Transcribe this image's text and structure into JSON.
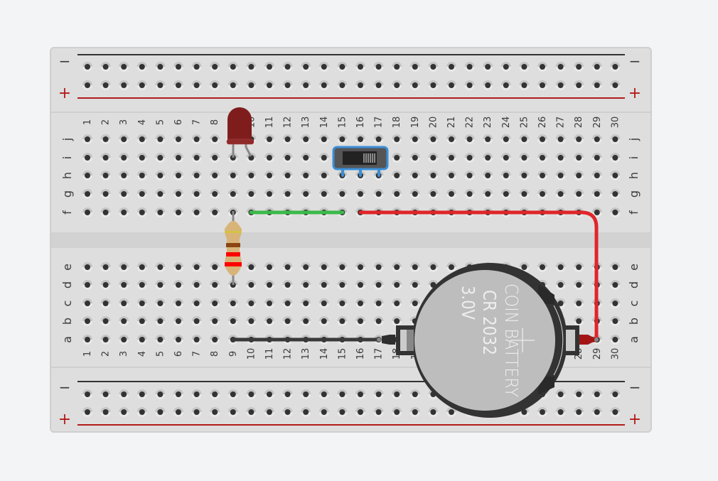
{
  "app": {
    "view": "breadboard-circuit-editor"
  },
  "breadboard": {
    "columns": [
      "1",
      "2",
      "3",
      "4",
      "5",
      "6",
      "7",
      "8",
      "9",
      "10",
      "11",
      "12",
      "13",
      "14",
      "15",
      "16",
      "17",
      "18",
      "19",
      "20",
      "21",
      "22",
      "23",
      "24",
      "25",
      "26",
      "27",
      "28",
      "29",
      "30"
    ],
    "top_rows": [
      "j",
      "i",
      "h",
      "g",
      "f"
    ],
    "bottom_rows": [
      "e",
      "d",
      "c",
      "b",
      "a"
    ],
    "rail_minus_label": "−",
    "rail_plus_label": "+",
    "colors": {
      "board": "#dedede",
      "board_border": "#cfcfcf",
      "channel": "#d2d2d2",
      "hole": "#333333",
      "hole_ring": "#c4c4c4",
      "rail_minus": "#333333",
      "rail_plus": "#b31b1b"
    }
  },
  "components": {
    "led": {
      "name": "Red LED",
      "color": "#7f1d1d",
      "pins": [
        "i9",
        "i10"
      ]
    },
    "resistor": {
      "name": "Resistor",
      "bands": [
        "#d4c443",
        "#8b4513",
        "#ff0000",
        "#ff0000"
      ],
      "pins": [
        "f9",
        "d9"
      ]
    },
    "slide_switch": {
      "name": "Slide Switch",
      "accent": "#3b8fd6",
      "pins": [
        "h15",
        "h16",
        "h17"
      ]
    },
    "coin_battery": {
      "name": "Coin Battery",
      "line1": "COIN BATTERY",
      "line2": "CR 2032",
      "line3": "3.0V",
      "plus_symbol": "+"
    },
    "wires": [
      {
        "name": "green-wire",
        "color": "#3cb94a",
        "from": "f10",
        "to": "f15"
      },
      {
        "name": "red-wire",
        "color": "#e0252a",
        "from": "f16",
        "to": "a29"
      },
      {
        "name": "black-wire",
        "color": "#3a3a3a",
        "from": "a9",
        "to": "a17"
      }
    ]
  }
}
